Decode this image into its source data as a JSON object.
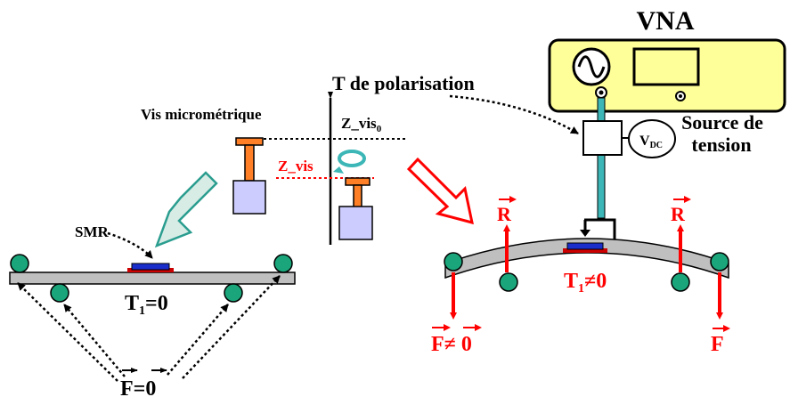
{
  "labels": {
    "vna": "VNA",
    "t_polarisation": "T de polarisation",
    "source_line1": "Source de",
    "source_line2": "tension",
    "vdc_main": "V",
    "vdc_sub": "DC",
    "vis_micrometrique": "Vis micrométrique",
    "z_vis0_main": "Z_vis",
    "z_vis0_sub": "0",
    "z_vis": "Z_vis",
    "smr": "SMR",
    "t1_left_main": "T",
    "t1_left_sub": "1",
    "t1_left_rest": "=0",
    "t1_right_main": "T",
    "t1_right_sub": "1",
    "t1_right_rest": "≠0",
    "r_left": "R",
    "r_right": "R",
    "f_left": "F",
    "f_left_rest": "≠ 0",
    "f_right": "F",
    "f_zero_main": "F",
    "f_zero_rest": "=0"
  },
  "colors": {
    "red": "#ff0000",
    "dark_red": "#cc0000",
    "teal_arrow": "#d8ece6",
    "teal_arrow_stroke": "#2a9d8f",
    "vna_fill": "#ffff99",
    "cable": "#3cb6b6",
    "ball": "#1aa67a",
    "screw_orange": "#ff7f27",
    "screw_body": "#ccccff",
    "smr_blue": "#1a2ecc",
    "beam": "#bfbfbf"
  },
  "icons": [
    "sine-wave-icon",
    "rotation-arrow-icon"
  ]
}
